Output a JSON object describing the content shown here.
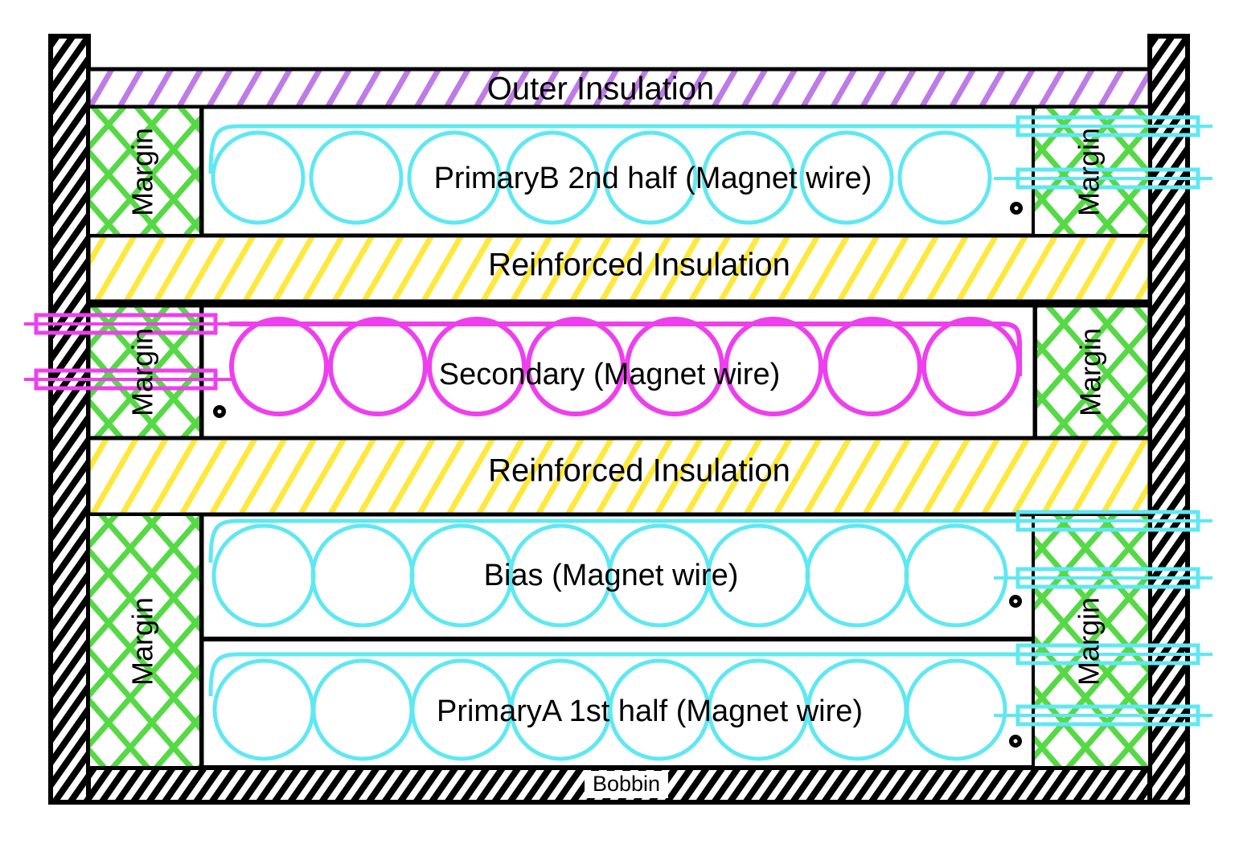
{
  "labels": {
    "outer_insulation": "Outer Insulation",
    "reinforced_insulation_upper": "Reinforced Insulation",
    "reinforced_insulation_lower": "Reinforced Insulation",
    "margin": "Margin",
    "bobbin": "Bobbin"
  },
  "windings": [
    {
      "name": "PrimaryB",
      "label": "PrimaryB 2nd half (Magnet wire)",
      "turns": 8,
      "wire_color": "#5FE8F2",
      "lead_side": "right",
      "leads": 2,
      "polarity_dot": true
    },
    {
      "name": "Secondary",
      "label": "Secondary (Magnet wire)",
      "turns": 8,
      "wire_color": "#EE3FEE",
      "lead_side": "left",
      "leads": 2,
      "polarity_dot": true
    },
    {
      "name": "Bias",
      "label": "Bias (Magnet wire)",
      "turns": 8,
      "wire_color": "#5FE8F2",
      "lead_side": "right",
      "leads": 2,
      "polarity_dot": true
    },
    {
      "name": "PrimaryA",
      "label": "PrimaryA 1st half (Magnet wire)",
      "turns": 8,
      "wire_color": "#5FE8F2",
      "lead_side": "right",
      "leads": 2,
      "polarity_dot": true
    }
  ],
  "colors": {
    "outer_insulation_hatch": "#BE7BE8",
    "reinforced_insulation_hatch": "#FFE83C",
    "margin_hatch": "#55D944",
    "bobbin_hatch": "#000000",
    "primary_wire": "#5FE8F2",
    "secondary_wire": "#EE3FEE"
  }
}
